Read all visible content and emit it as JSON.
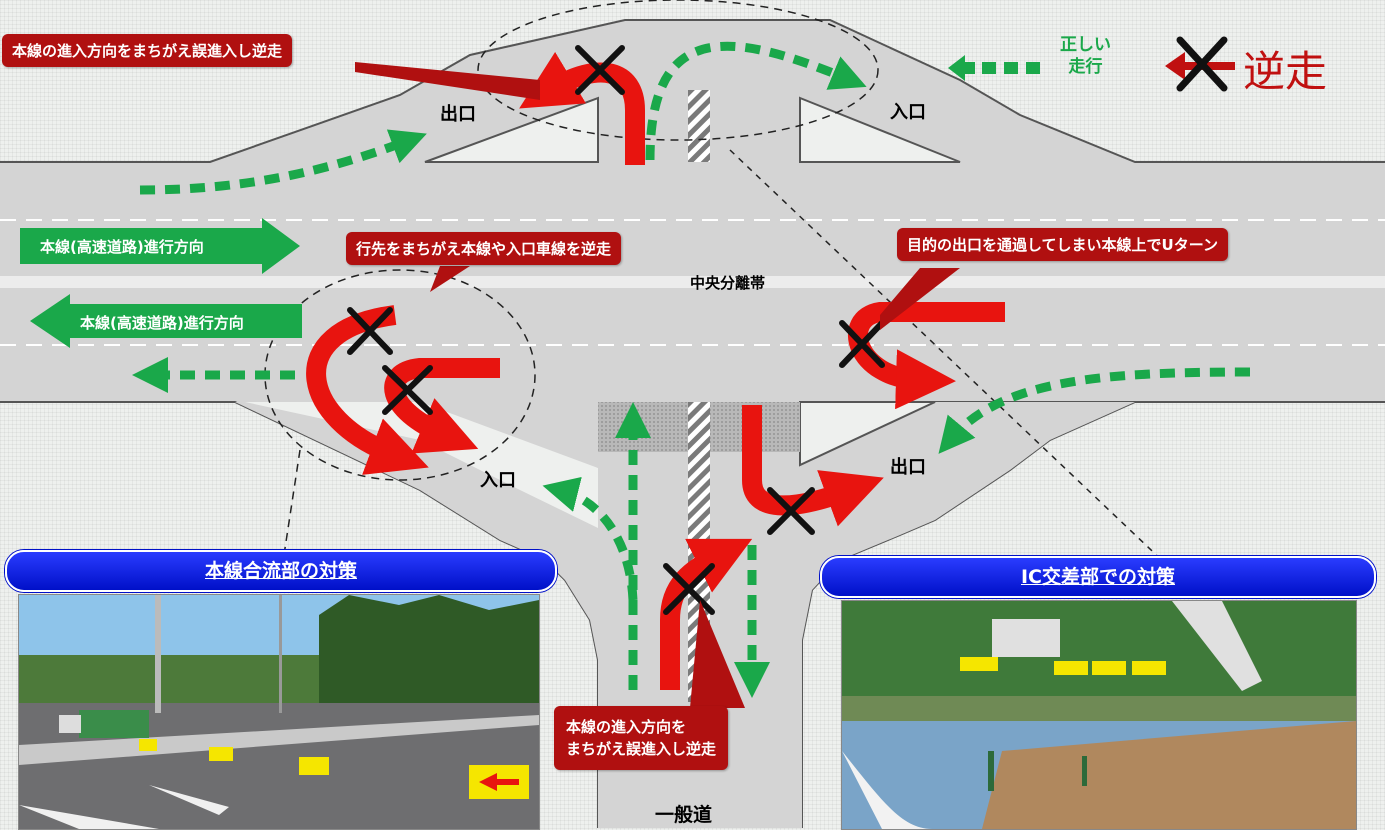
{
  "labels": {
    "exit_top": "出口",
    "entrance_top": "入口",
    "entrance_bottom": "入口",
    "exit_bottom": "出口",
    "median": "中央分離帯",
    "general_road": "一般道"
  },
  "direction_labels": {
    "upper": "本線(高速道路)進行方向",
    "lower": "本線(高速道路)進行方向"
  },
  "callouts": {
    "top_left": "本線の進入方向をまちがえ誤進入し逆走",
    "middle": "行先をまちがえ本線や入口車線を逆走",
    "right": "目的の出口を通過してしまい本線上でUターン",
    "bottom_line1": "本線の進入方向を",
    "bottom_line2": "まちがえ誤進入し逆走"
  },
  "legend": {
    "correct_line1": "正しい",
    "correct_line2": "走行",
    "wrong": "逆走"
  },
  "banners": {
    "left": "本線合流部の対策",
    "right": "IC交差部での対策"
  },
  "colors": {
    "wrong_way": "#e8140f",
    "correct": "#1aa84a",
    "callout_bg": "#b01010",
    "banner_bg": "#0010c8",
    "road": "#d4d4d4"
  }
}
